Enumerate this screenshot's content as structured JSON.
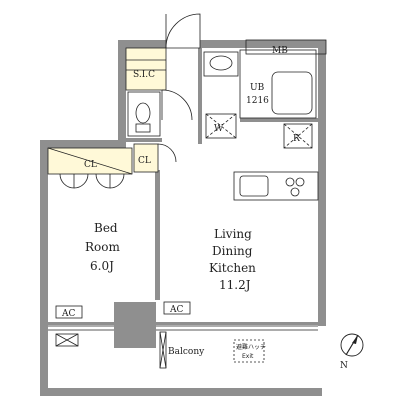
{
  "rooms": {
    "bedroom": {
      "line1": "Bed",
      "line2": "Room",
      "line3": "6.0J"
    },
    "ldk": {
      "line1": "Living",
      "line2": "Dining",
      "line3": "Kitchen",
      "line4": "11.2J"
    },
    "unit_bath": {
      "line1": "UB",
      "line2": "1216"
    },
    "shoe_closet": "S.I.C",
    "closet": "CL",
    "closet_small": "CL",
    "washer": "W",
    "fridge": "R",
    "meter_box": "MB",
    "balcony": "Balcony",
    "emergency_hatch_line1": "避難ハッチ",
    "emergency_hatch_line2": "Exit"
  },
  "ac_labels": {
    "bedroom": "AC",
    "living": "AC"
  },
  "compass": {
    "north": "N"
  }
}
